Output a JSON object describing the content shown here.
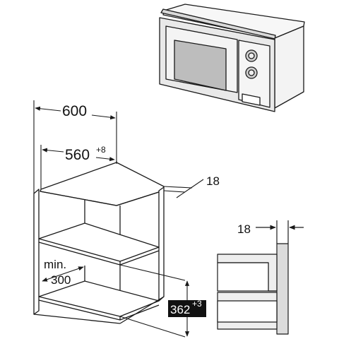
{
  "dimensions": {
    "overall_width": "600",
    "niche_width": "560",
    "niche_width_tolerance": "+8",
    "panel_thickness_top": "18",
    "panel_thickness_side": "18",
    "min_label": "min.",
    "min_depth": "300",
    "niche_height": "362",
    "niche_height_tolerance": "+3"
  },
  "colors": {
    "line": "#1a1a1a",
    "appliance_fill": "#eeeeee",
    "appliance_shade": "#cccccc",
    "window": "#bdbdbd",
    "wall_fill": "#dddddd",
    "label_box": "#111111",
    "label_box_text": "#ffffff"
  }
}
